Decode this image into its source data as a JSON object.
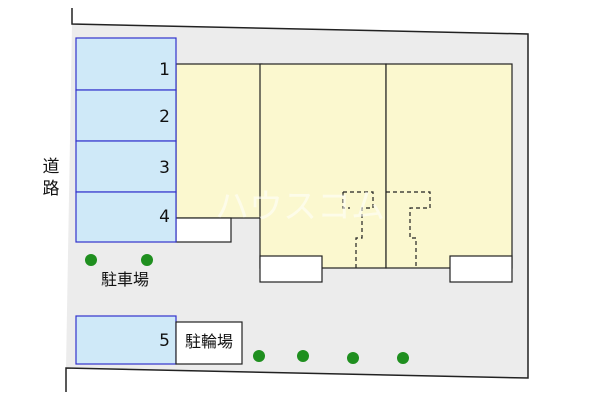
{
  "road": {
    "label_line1": "道",
    "label_line2": "路"
  },
  "parking": {
    "caption": "駐車場",
    "spaces": [
      {
        "number": "1"
      },
      {
        "number": "2"
      },
      {
        "number": "3"
      },
      {
        "number": "4"
      }
    ]
  },
  "bicycle_parking": {
    "number": "5",
    "caption": "駐輪場"
  },
  "watermark": "ハウスコム",
  "colors": {
    "site_ground": "#ececec",
    "building": "#fbf8cf",
    "parking_fill": "#cfe9f8",
    "parking_border": "#3333cc",
    "tree": "#1f8f1f",
    "outline": "#222222"
  }
}
